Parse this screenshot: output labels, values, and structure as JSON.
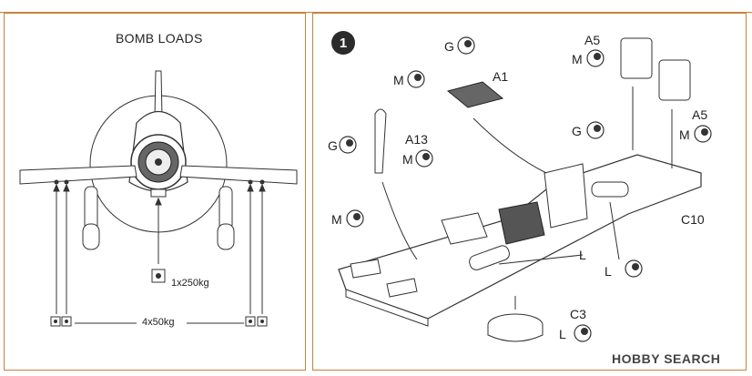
{
  "left_panel": {
    "title": "BOMB LOADS",
    "load_center": "1x250kg",
    "load_wings": "4x50kg"
  },
  "right_panel": {
    "step_number": "1",
    "labels": {
      "g1": "G",
      "m1": "M",
      "a1": "A1",
      "a5_top": "A5",
      "m_a5_top": "M",
      "g_mid": "G",
      "a5_right": "A5",
      "m_a5_right": "M",
      "g_a13": "G",
      "a13": "A13",
      "m_a13": "M",
      "m_left": "M",
      "c10": "C10",
      "l1": "L",
      "l2": "L",
      "c3": "C3",
      "l_c3": "L"
    }
  },
  "watermark": "HOBBY SEARCH",
  "colors": {
    "border": "#c9823a",
    "ink": "#222222",
    "paint": "#444444"
  }
}
